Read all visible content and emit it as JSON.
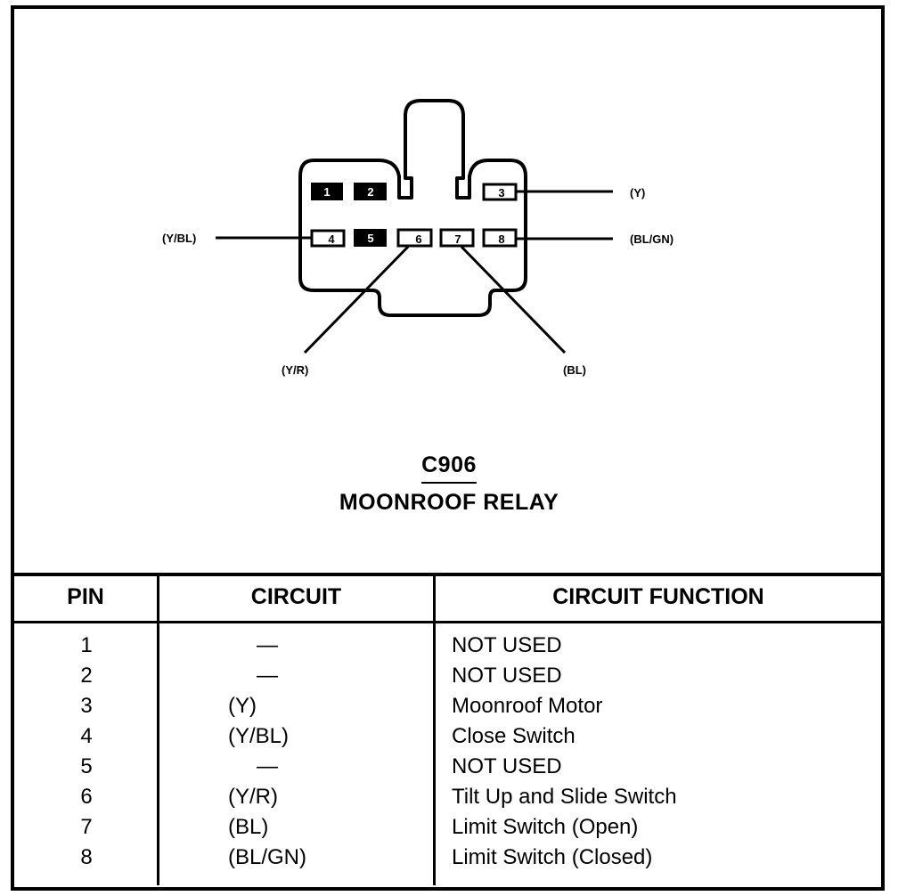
{
  "connector": {
    "id": "C906",
    "name": "MOONROOF RELAY",
    "pins": [
      {
        "number": "1",
        "used": false
      },
      {
        "number": "2",
        "used": false
      },
      {
        "number": "3",
        "used": true
      },
      {
        "number": "4",
        "used": true
      },
      {
        "number": "5",
        "used": false
      },
      {
        "number": "6",
        "used": true
      },
      {
        "number": "7",
        "used": true
      },
      {
        "number": "8",
        "used": true
      }
    ],
    "wire_labels": {
      "pin3": "(Y)",
      "pin4": "(Y/BL)",
      "pin6": "(Y/R)",
      "pin7": "(BL)",
      "pin8": "(BL/GN)"
    }
  },
  "table": {
    "headers": {
      "pin": "PIN",
      "circuit": "CIRCUIT",
      "function": "CIRCUIT FUNCTION"
    },
    "rows": [
      {
        "pin": "1",
        "circuit": "—",
        "function": "NOT USED"
      },
      {
        "pin": "2",
        "circuit": "—",
        "function": "NOT USED"
      },
      {
        "pin": "3",
        "circuit": "(Y)",
        "function": "Moonroof Motor"
      },
      {
        "pin": "4",
        "circuit": "(Y/BL)",
        "function": "Close Switch"
      },
      {
        "pin": "5",
        "circuit": "—",
        "function": "NOT USED"
      },
      {
        "pin": "6",
        "circuit": "(Y/R)",
        "function": "Tilt Up and Slide Switch"
      },
      {
        "pin": "7",
        "circuit": "(BL)",
        "function": "Limit Switch (Open)"
      },
      {
        "pin": "8",
        "circuit": "(BL/GN)",
        "function": "Limit Switch (Closed)"
      }
    ]
  }
}
